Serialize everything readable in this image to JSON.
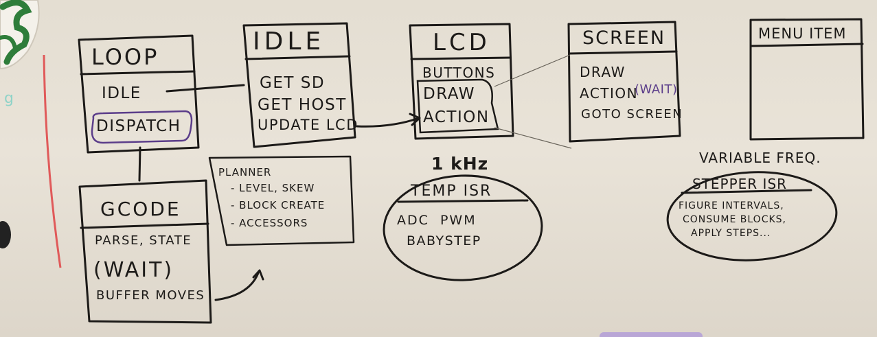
{
  "boxes": {
    "loop": {
      "title": "LOOP",
      "items": [
        "IDLE",
        "DISPATCH"
      ]
    },
    "idle": {
      "title": "IDLE",
      "items": [
        "GET SD",
        "GET HOST",
        "UPDATE LCD"
      ]
    },
    "lcd": {
      "title": "LCD",
      "items": [
        "BUTTONS",
        "DRAW",
        "ACTION"
      ]
    },
    "screen": {
      "title": "SCREEN",
      "items": [
        "DRAW",
        "ACTION",
        "(WAIT)",
        "GOTO SCREEN"
      ]
    },
    "menu_item": {
      "title": "MENU ITEM"
    },
    "gcode": {
      "title": "GCODE",
      "items": [
        "PARSE, STATE",
        "(WAIT)",
        "BUFFER MOVES"
      ]
    },
    "planner": {
      "title": "PLANNER",
      "items": [
        "- LEVEL, SKEW",
        "- BLOCK CREATE",
        "- ACCESSORS"
      ]
    }
  },
  "isrs": {
    "temp": {
      "freq": "1 kHz",
      "title": "TEMP ISR",
      "items": [
        "ADC  PWM",
        "BABYSTEP"
      ]
    },
    "stepper": {
      "freq": "VARIABLE FREQ.",
      "title": "STEPPER ISR",
      "items": [
        "FIGURE INTERVALS,",
        "CONSUME BLOCKS,",
        "APPLY STEPS..."
      ]
    }
  },
  "colors": {
    "ink": "#1c1a18",
    "purple": "#5b3d8a",
    "margin_line": "#e05a5a",
    "sticker_green": "#2e7d3a",
    "board": "#e6e0d5"
  }
}
